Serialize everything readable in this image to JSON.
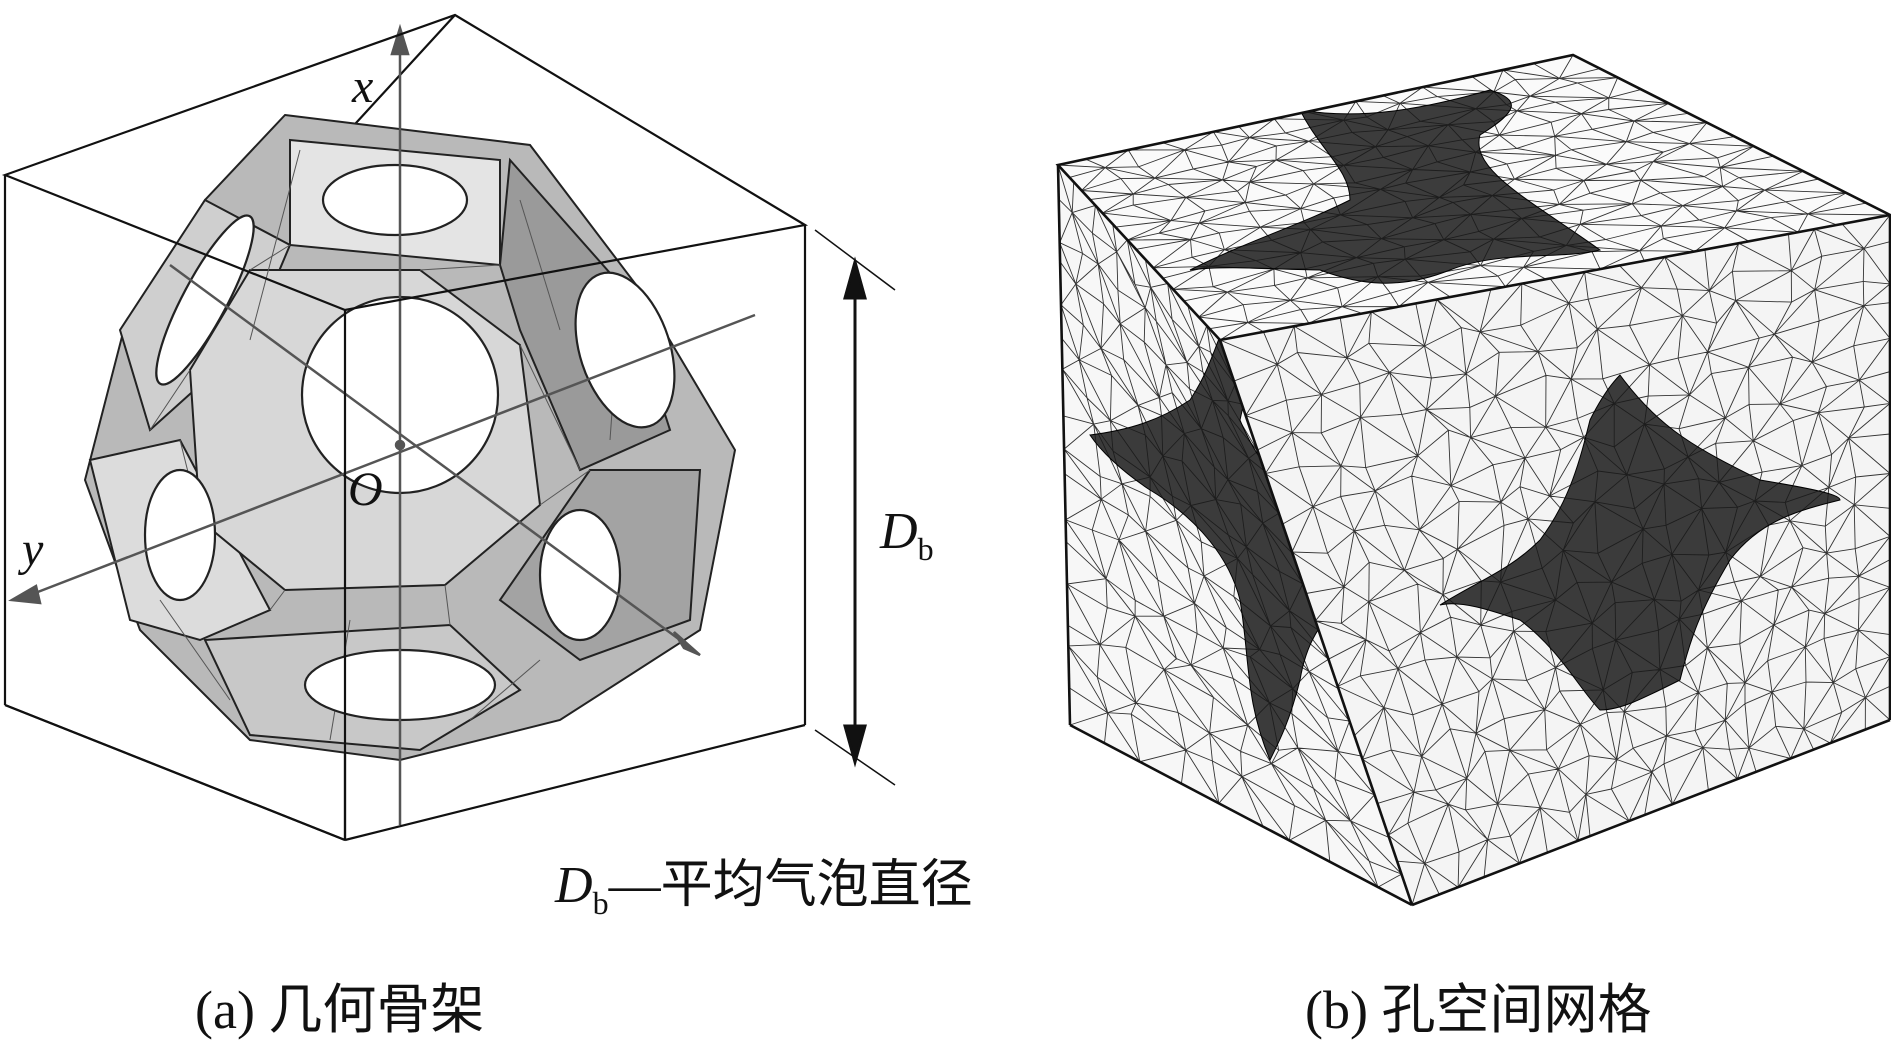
{
  "panel_a": {
    "axis_x": "x",
    "axis_y": "y",
    "origin": "O",
    "dim_symbol": "D",
    "dim_subscript": "b",
    "legend_symbol": "D",
    "legend_subscript": "b",
    "legend_text": "—平均气泡直径",
    "caption": "(a) 几何骨架"
  },
  "panel_b": {
    "caption": "(b) 孔空间网格"
  },
  "colors": {
    "line": "#111111",
    "face_light": "#e6e6e6",
    "face_mid": "#b4b4b4",
    "face_dark": "#8a8a8a",
    "mesh_dense": "#1a1a1a"
  }
}
